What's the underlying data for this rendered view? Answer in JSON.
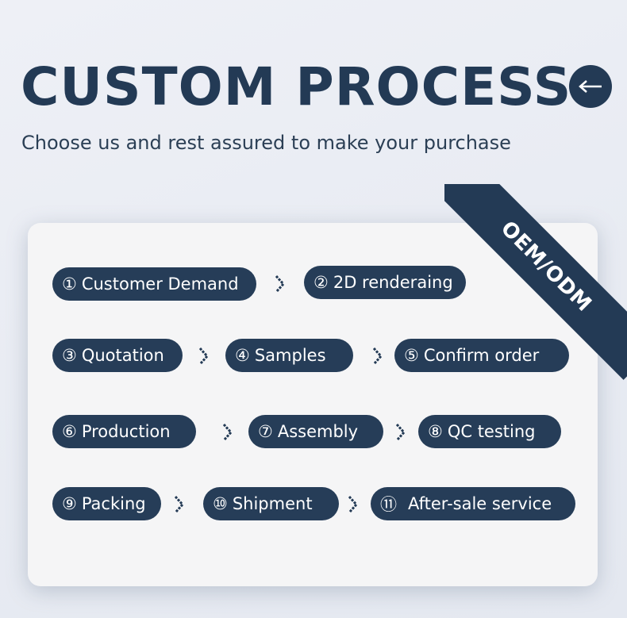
{
  "header": {
    "title": "CUSTOM PROCESS",
    "subtitle": "Choose us and rest assured to make your purchase",
    "back_icon": "arrow-left-icon"
  },
  "badge": {
    "text": "OEM/ODM",
    "color": "#233a55"
  },
  "colors": {
    "accent": "#233a55",
    "card": "#f5f5f6",
    "pill_text": "#ffffff"
  },
  "steps": [
    {
      "num": "①",
      "label": "Customer Demand"
    },
    {
      "num": "②",
      "label": "2D renderaing"
    },
    {
      "num": "③",
      "label": "Quotation"
    },
    {
      "num": "④",
      "label": "Samples"
    },
    {
      "num": "⑤",
      "label": "Confirm order"
    },
    {
      "num": "⑥",
      "label": "Production"
    },
    {
      "num": "⑦",
      "label": "Assembly"
    },
    {
      "num": "⑧",
      "label": "QC testing"
    },
    {
      "num": "⑨",
      "label": "Packing"
    },
    {
      "num": "⑩",
      "label": "Shipment"
    },
    {
      "num": "⑪",
      "label": "After-sale service"
    }
  ],
  "connector_icon": "chevron-right-icon"
}
